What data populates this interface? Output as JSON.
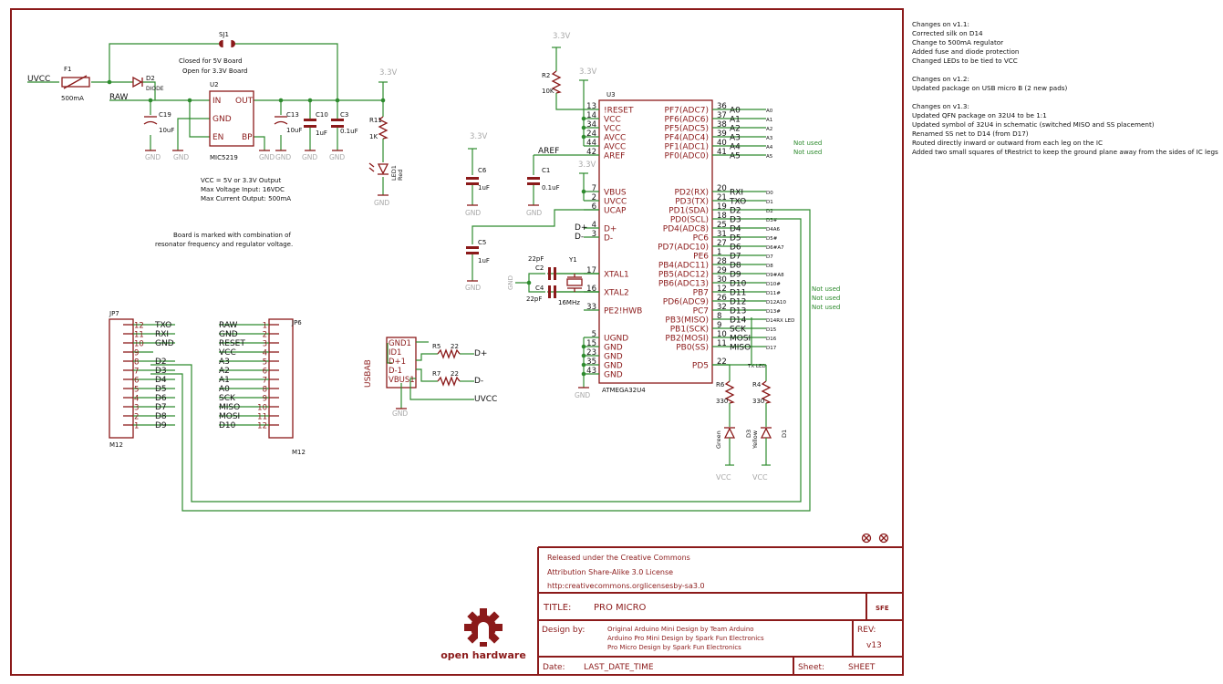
{
  "notes": {
    "v11": [
      "Changes on v1.1:",
      "Corrected silk on D14",
      "Change to 500mA regulator",
      "Added fuse and diode protection",
      "Changed LEDs to be tied to VCC"
    ],
    "v12": [
      "Changes on v1.2:",
      "Updated package on USB micro B (2 new pads)"
    ],
    "v13": [
      "Changes on v1.3:",
      "Updated QFN package on 32U4 to be 1:1",
      "Updated symbol of 32U4 in schematic (switched MISO and SS placement)",
      "Renamed SS net to D14 (from D17)",
      "Routed directly inward or outward from each leg on the IC",
      "Added two small squares of tRestrict to keep the ground plane away from the sides of IC legs"
    ]
  },
  "power": {
    "uvcc": "UVCC",
    "f1": "F1",
    "f1_val": "500mA",
    "d2": "D2",
    "d2_val": "DIODE",
    "raw": "RAW",
    "sj1": "SJ1",
    "sj1_note1": "Closed for 5V Board",
    "sj1_note2": "Open for 3.3V Board",
    "u2": "U2",
    "u2_val": "MIC5219",
    "u2_in": "IN",
    "u2_out": "OUT",
    "u2_gnd": "GND",
    "u2_en": "EN",
    "u2_bp": "BP",
    "c19": "C19",
    "c19_val": "10uF",
    "c13": "C13",
    "c13_val": "10uF",
    "c10": "C10",
    "c10_val": "1uF",
    "c3": "C3",
    "c3_val": "0.1uF",
    "r11": "R11",
    "r11_val": "1K",
    "led1": "LED1",
    "led1_val": "Red",
    "gnd": "GND",
    "v33": "3.3V",
    "spec1": "VCC = 5V or 3.3V Output",
    "spec2": "Max Voltage Input: 16VDC",
    "spec3": "Max Current Output: 500mA",
    "mark1": "Board is marked with combination of",
    "mark2": "resonator frequency and regulator voltage."
  },
  "mcu": {
    "name": "U3",
    "value": "ATMEGA32U4",
    "r2": "R2",
    "r2_val": "10K",
    "c6": "C6",
    "c6_val": "1uF",
    "c1": "C1",
    "c1_val": "0.1uF",
    "c5": "C5",
    "c5_val": "1uF",
    "c2": "C2",
    "c2_val": "22pF",
    "c4": "C4",
    "c4_val": "22pF",
    "y1": "Y1",
    "y1_val": "16MHz",
    "aref": "AREF",
    "left_pins": [
      {
        "num": "13",
        "name": "!RESET"
      },
      {
        "num": "14",
        "name": "VCC"
      },
      {
        "num": "34",
        "name": "VCC"
      },
      {
        "num": "24",
        "name": "AVCC"
      },
      {
        "num": "44",
        "name": "AVCC"
      },
      {
        "num": "42",
        "name": "AREF"
      },
      {
        "num": "7",
        "name": "VBUS"
      },
      {
        "num": "2",
        "name": "UVCC"
      },
      {
        "num": "6",
        "name": "UCAP"
      },
      {
        "num": "4",
        "name": "D+"
      },
      {
        "num": "3",
        "name": "D-"
      },
      {
        "num": "17",
        "name": "XTAL1"
      },
      {
        "num": "16",
        "name": "XTAL2"
      },
      {
        "num": "33",
        "name": "PE2!HWB"
      },
      {
        "num": "5",
        "name": "UGND"
      },
      {
        "num": "15",
        "name": "GND"
      },
      {
        "num": "23",
        "name": "GND"
      },
      {
        "num": "35",
        "name": "GND"
      },
      {
        "num": "43",
        "name": "GND"
      }
    ],
    "right_pins": [
      {
        "num": "36",
        "name": "PF7(ADC7)",
        "net": "A0",
        "lbl": "A0"
      },
      {
        "num": "37",
        "name": "PF6(ADC6)",
        "net": "A1",
        "lbl": "A1"
      },
      {
        "num": "38",
        "name": "PF5(ADC5)",
        "net": "A2",
        "lbl": "A2"
      },
      {
        "num": "39",
        "name": "PF4(ADC4)",
        "net": "A3",
        "lbl": "A3"
      },
      {
        "num": "40",
        "name": "PF1(ADC1)",
        "net": "A4",
        "lbl": "A4"
      },
      {
        "num": "41",
        "name": "PF0(ADC0)",
        "net": "A5",
        "lbl": "A5"
      },
      {
        "num": "20",
        "name": "PD2(RX)",
        "net": "RXI",
        "lbl": "D0"
      },
      {
        "num": "21",
        "name": "PD3(TX)",
        "net": "TXO",
        "lbl": "D1"
      },
      {
        "num": "19",
        "name": "PD1(SDA)",
        "net": "D2",
        "lbl": "D2"
      },
      {
        "num": "18",
        "name": "PD0(SCL)",
        "net": "D3",
        "lbl": "D3#"
      },
      {
        "num": "25",
        "name": "PD4(ADC8)",
        "net": "D4",
        "lbl": "D4A6"
      },
      {
        "num": "31",
        "name": "PC6",
        "net": "D5",
        "lbl": "D5#"
      },
      {
        "num": "27",
        "name": "PD7(ADC10)",
        "net": "D6",
        "lbl": "D6#A7"
      },
      {
        "num": "1",
        "name": "PE6",
        "net": "D7",
        "lbl": "D7"
      },
      {
        "num": "28",
        "name": "PB4(ADC11)",
        "net": "D8",
        "lbl": "D8"
      },
      {
        "num": "29",
        "name": "PB5(ADC12)",
        "net": "D9",
        "lbl": "D9#A8"
      },
      {
        "num": "30",
        "name": "PB6(ADC13)",
        "net": "D10",
        "lbl": "D10#"
      },
      {
        "num": "12",
        "name": "PB7",
        "net": "D11",
        "lbl": "D11#"
      },
      {
        "num": "26",
        "name": "PD6(ADC9)",
        "net": "D12",
        "lbl": "D12A10"
      },
      {
        "num": "32",
        "name": "PC7",
        "net": "D13",
        "lbl": "D13#"
      },
      {
        "num": "8",
        "name": "PB3(MISO)",
        "net": "D14",
        "lbl": "D14RX LED"
      },
      {
        "num": "9",
        "name": "PB1(SCK)",
        "net": "SCK",
        "lbl": "D15"
      },
      {
        "num": "10",
        "name": "PB2(MOSI)",
        "net": "MOSI",
        "lbl": "D16"
      },
      {
        "num": "11",
        "name": "PB0(SS)",
        "net": "MISO",
        "lbl": "D17"
      },
      {
        "num": "22",
        "name": "PD5",
        "net": "",
        "lbl": "TX LED"
      }
    ],
    "not_used": "Not used"
  },
  "leds": {
    "r6": "R6",
    "r6_val": "330",
    "r4": "R4",
    "r4_val": "330",
    "d3": "D3",
    "d3_val": "Green",
    "d1": "D1",
    "d1_val": "Yellow",
    "vcc": "VCC"
  },
  "usb": {
    "name": "USBAB",
    "pins": [
      "GND1",
      "ID1",
      "D+1",
      "D-1",
      "VBUS1"
    ],
    "r5": "R5",
    "r5_val": "22",
    "r7": "R7",
    "r7_val": "22",
    "dp": "D+",
    "dm": "D-",
    "uvcc": "UVCC"
  },
  "jp7": {
    "name": "JP7",
    "value": "M12",
    "pins": [
      {
        "num": "12",
        "net": "TXO"
      },
      {
        "num": "11",
        "net": "RXI"
      },
      {
        "num": "10",
        "net": "GND"
      },
      {
        "num": "9",
        "net": ""
      },
      {
        "num": "8",
        "net": "D2"
      },
      {
        "num": "7",
        "net": "D3"
      },
      {
        "num": "6",
        "net": "D4"
      },
      {
        "num": "5",
        "net": "D5"
      },
      {
        "num": "4",
        "net": "D6"
      },
      {
        "num": "3",
        "net": "D7"
      },
      {
        "num": "2",
        "net": "D8"
      },
      {
        "num": "1",
        "net": "D9"
      }
    ]
  },
  "jp6": {
    "name": "JP6",
    "value": "M12",
    "pins": [
      {
        "num": "1",
        "net": "RAW"
      },
      {
        "num": "2",
        "net": "GND"
      },
      {
        "num": "3",
        "net": "RESET"
      },
      {
        "num": "4",
        "net": "VCC"
      },
      {
        "num": "5",
        "net": "A3"
      },
      {
        "num": "6",
        "net": "A2"
      },
      {
        "num": "7",
        "net": "A1"
      },
      {
        "num": "8",
        "net": "A0"
      },
      {
        "num": "9",
        "net": "SCK"
      },
      {
        "num": "10",
        "net": "MISO"
      },
      {
        "num": "11",
        "net": "MOSI"
      },
      {
        "num": "12",
        "net": "D10"
      }
    ]
  },
  "title_block": {
    "license1": "Released under the Creative Commons",
    "license2": "Attribution Share-Alike 3.0 License",
    "license3": "http:creativecommons.orglicensesby-sa3.0",
    "title_label": "TITLE:",
    "title": "PRO MICRO",
    "logo": "SFE",
    "design_label": "Design by:",
    "design1": "Original Arduino Mini Design by Team Arduino",
    "design2": "Arduino Pro Mini Design by Spark Fun Electronics",
    "design3": "Pro Micro Design by Spark Fun Electronics",
    "rev_label": "REV:",
    "rev": "v13",
    "date_label": "Date:",
    "date": "LAST_DATE_TIME",
    "sheet_label": "Sheet:",
    "sheet": "SHEET",
    "oshw": "open hardware"
  },
  "colors": {
    "frame": "#8b1a1a",
    "wire": "#2e8b2e",
    "net_text": "#111111",
    "supply_text": "#a8a8a8"
  }
}
